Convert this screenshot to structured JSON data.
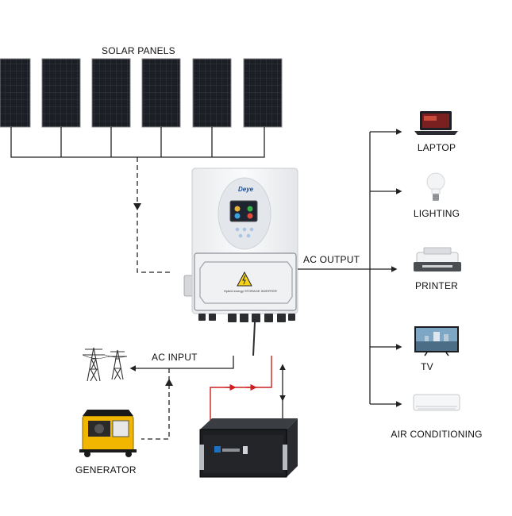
{
  "labels": {
    "solar_panels": "SOLAR PANELS",
    "ac_output": "AC OUTPUT",
    "ac_input": "AC INPUT",
    "generator": "GENERATOR"
  },
  "inverter": {
    "brand": "Deye",
    "warning_text": "Hybrid energy STORAGE INVERTER"
  },
  "loads": [
    {
      "label": "LAPTOP",
      "icon": "laptop-icon"
    },
    {
      "label": "LIGHTING",
      "icon": "light-bulb-icon"
    },
    {
      "label": "PRINTER",
      "icon": "printer-icon"
    },
    {
      "label": "TV",
      "icon": "tv-icon"
    },
    {
      "label": "AIR CONDITIONING",
      "icon": "air-conditioner-icon"
    }
  ],
  "colors": {
    "line": "#222222",
    "battery_flow": "#cc1f1f",
    "panel": "#1b1e24",
    "inverter_body": "#f4f5f6"
  }
}
